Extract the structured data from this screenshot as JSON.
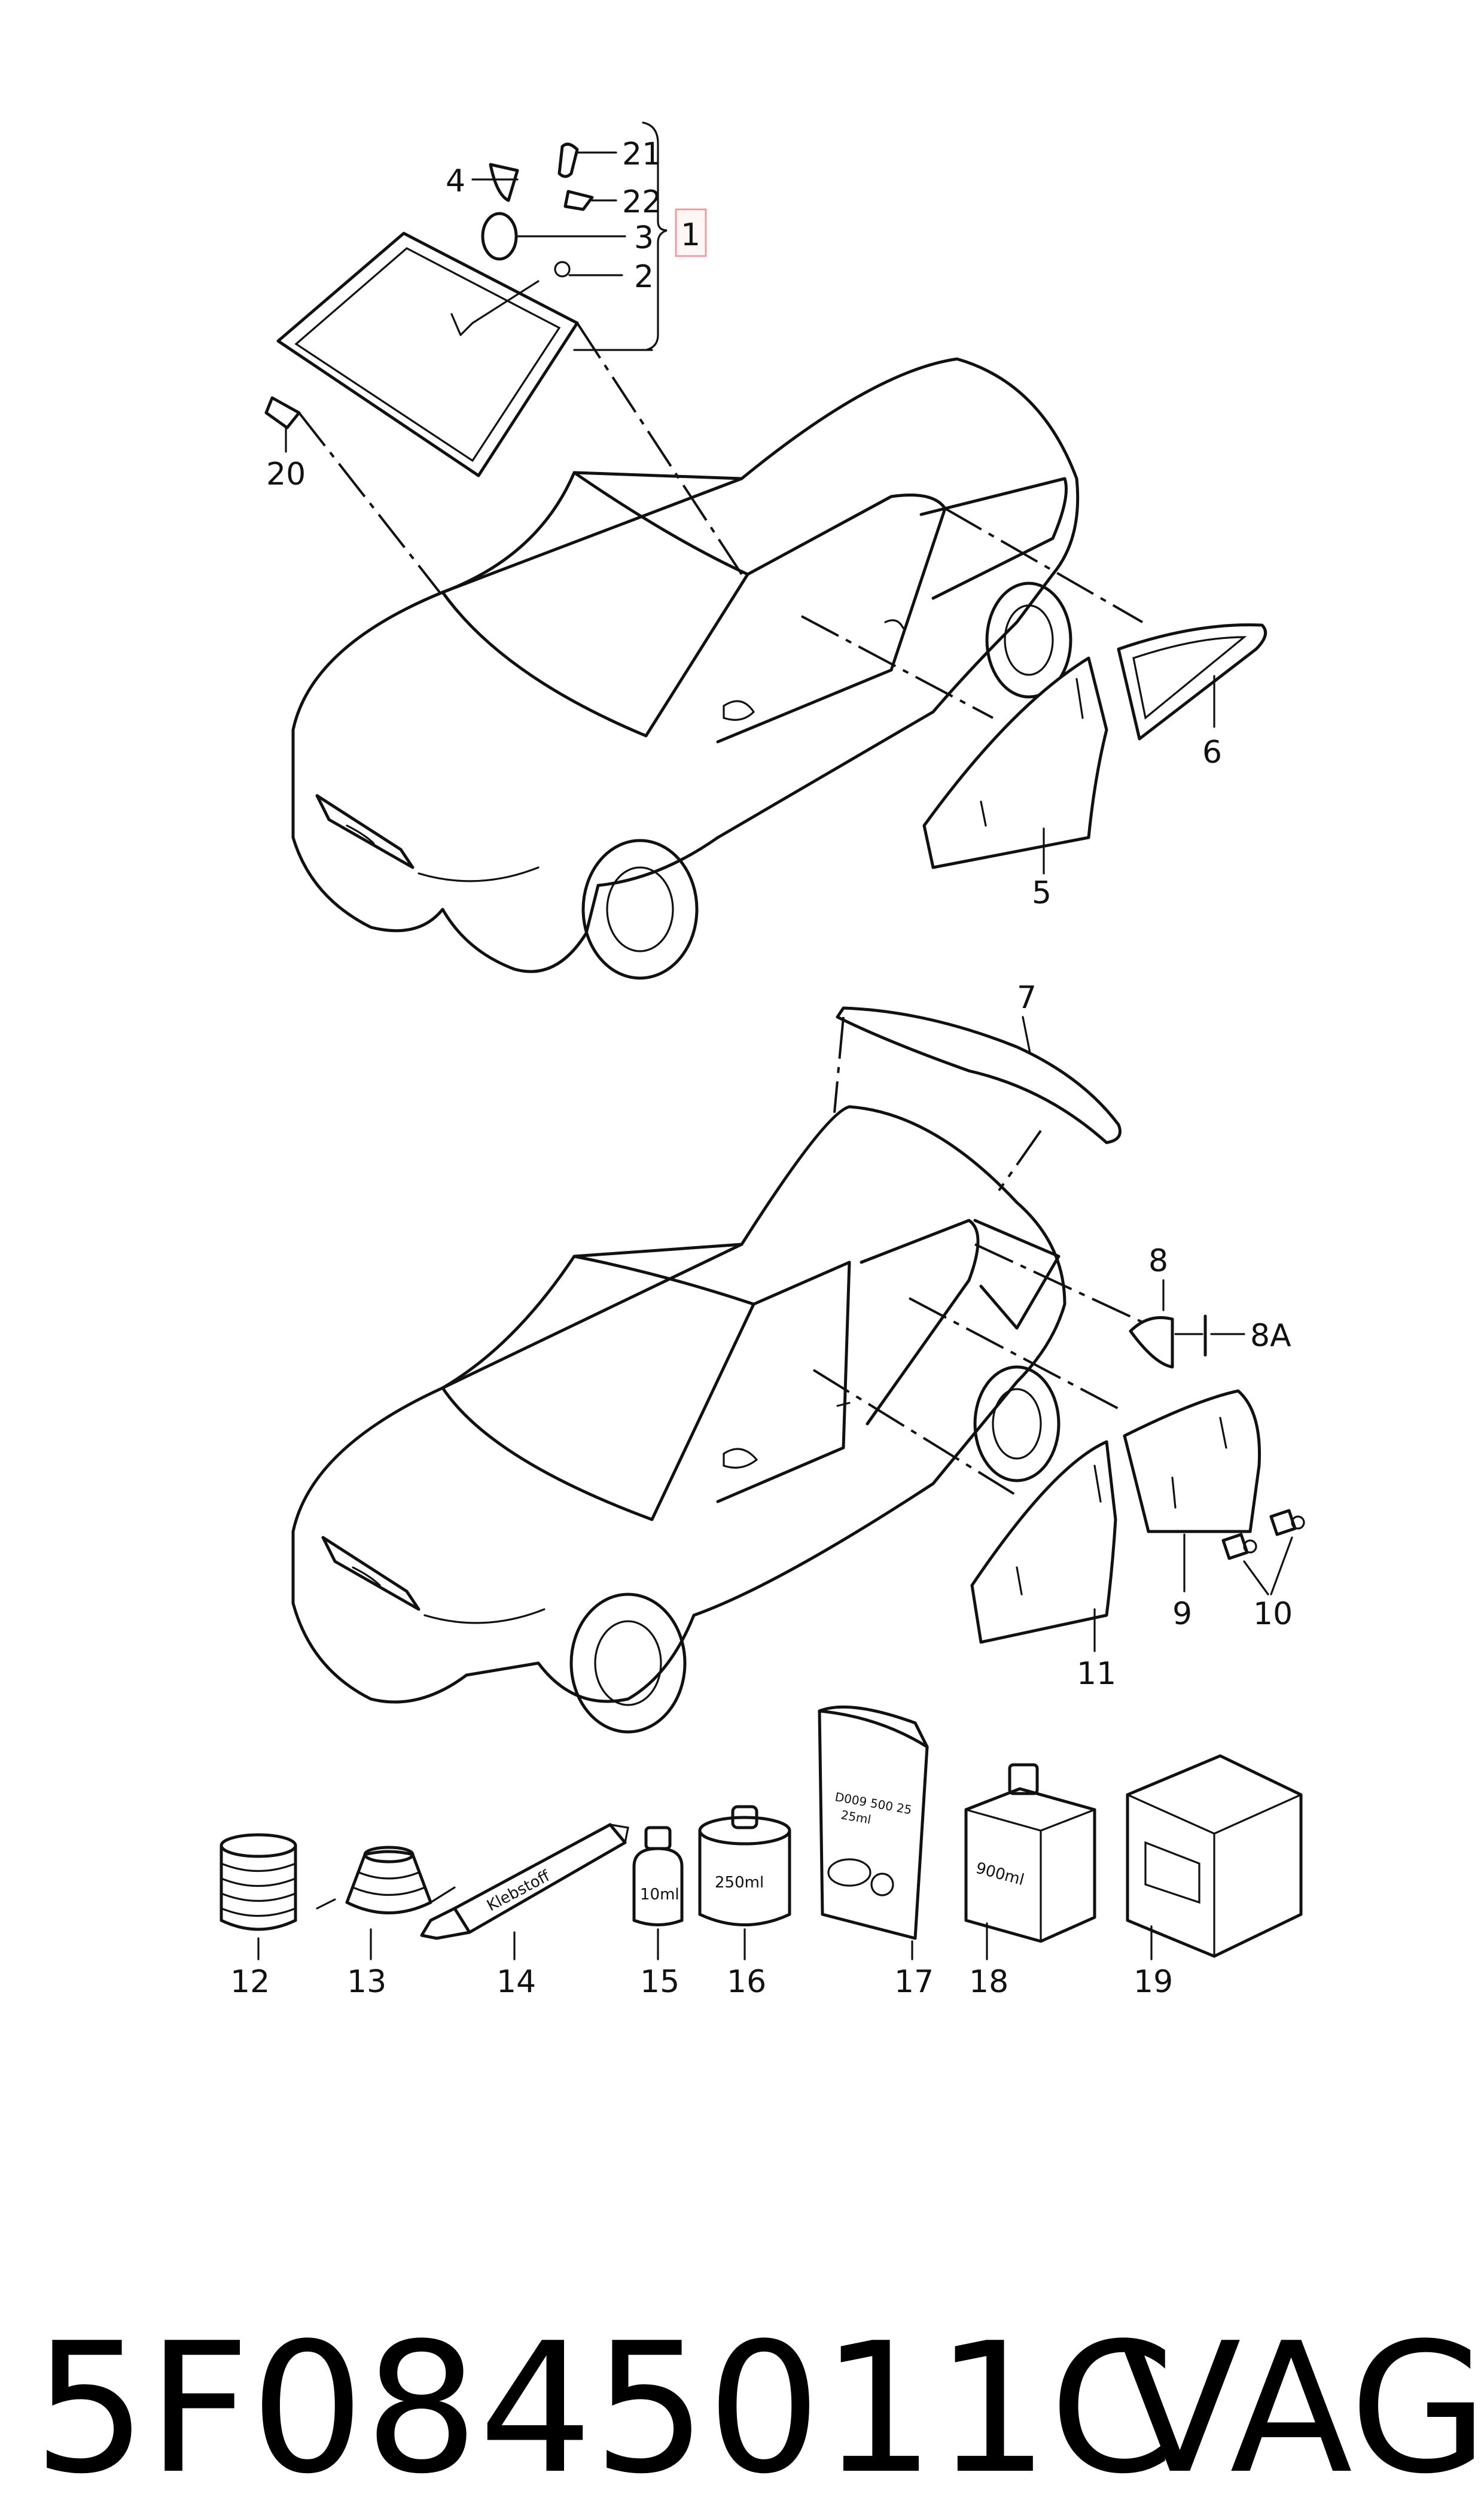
{
  "callouts": {
    "c1": "1",
    "c2": "2",
    "c3": "3",
    "c4": "4",
    "c5": "5",
    "c6": "6",
    "c7": "7",
    "c8": "8",
    "c8a": "8A",
    "c9": "9",
    "c10": "10",
    "c11": "11",
    "c12": "12",
    "c13": "13",
    "c14": "14",
    "c15": "15",
    "c16": "16",
    "c17": "17",
    "c18": "18",
    "c19": "19",
    "c20": "20",
    "c21": "21",
    "c22": "22"
  },
  "product_labels": {
    "tube": "Klebstoff",
    "bottle_small": "10ml",
    "can": "250ml",
    "pouch_line1": "D009 500 25",
    "pouch_line2": "25ml",
    "bottle_large": "900ml"
  },
  "caption": {
    "part_number": "5F0845011C",
    "brand": "VAG"
  },
  "colors": {
    "line": "#111111",
    "highlight_box": "#e8a0a0"
  }
}
